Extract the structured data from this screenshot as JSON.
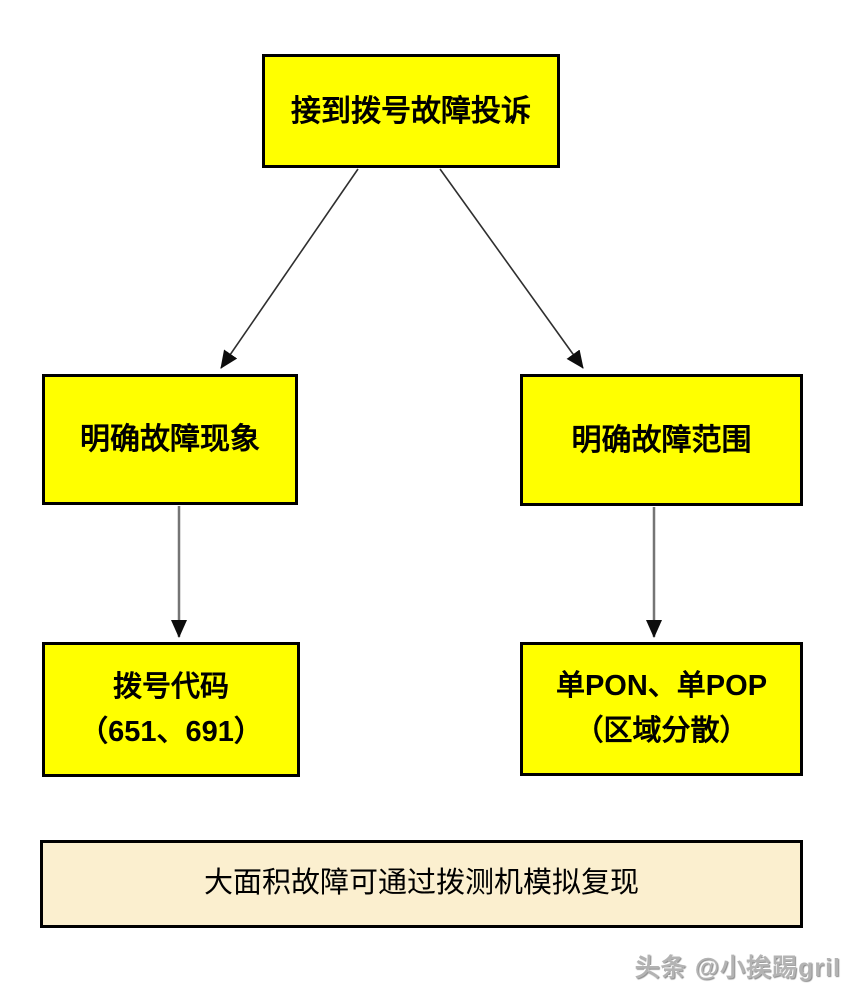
{
  "diagram": {
    "title_context": "dial-up fault troubleshooting flowchart",
    "nodes": {
      "top": {
        "label": "接到拨号故障投诉"
      },
      "left_mid": {
        "label": "明确故障现象"
      },
      "right_mid": {
        "label": "明确故障范围"
      },
      "left_bottom": {
        "line1": "拨号代码",
        "line2": "（651、691）"
      },
      "right_bottom": {
        "line1": "单PON、单POP",
        "line2": "（区域分散）"
      },
      "note": {
        "label": "大面积故障可通过拨测机模拟复现"
      }
    },
    "colors": {
      "node_fill": "#ffff00",
      "note_fill": "#fbefcf",
      "node_border": "#000000",
      "diagonal_arrow_stroke": "#2f2f2f",
      "vertical_arrow_stroke": "#757575",
      "arrowhead_fill": "#0d0d0d",
      "background": "#ffffff"
    }
  },
  "watermark": {
    "text": "头条 @小挨踢gril"
  }
}
